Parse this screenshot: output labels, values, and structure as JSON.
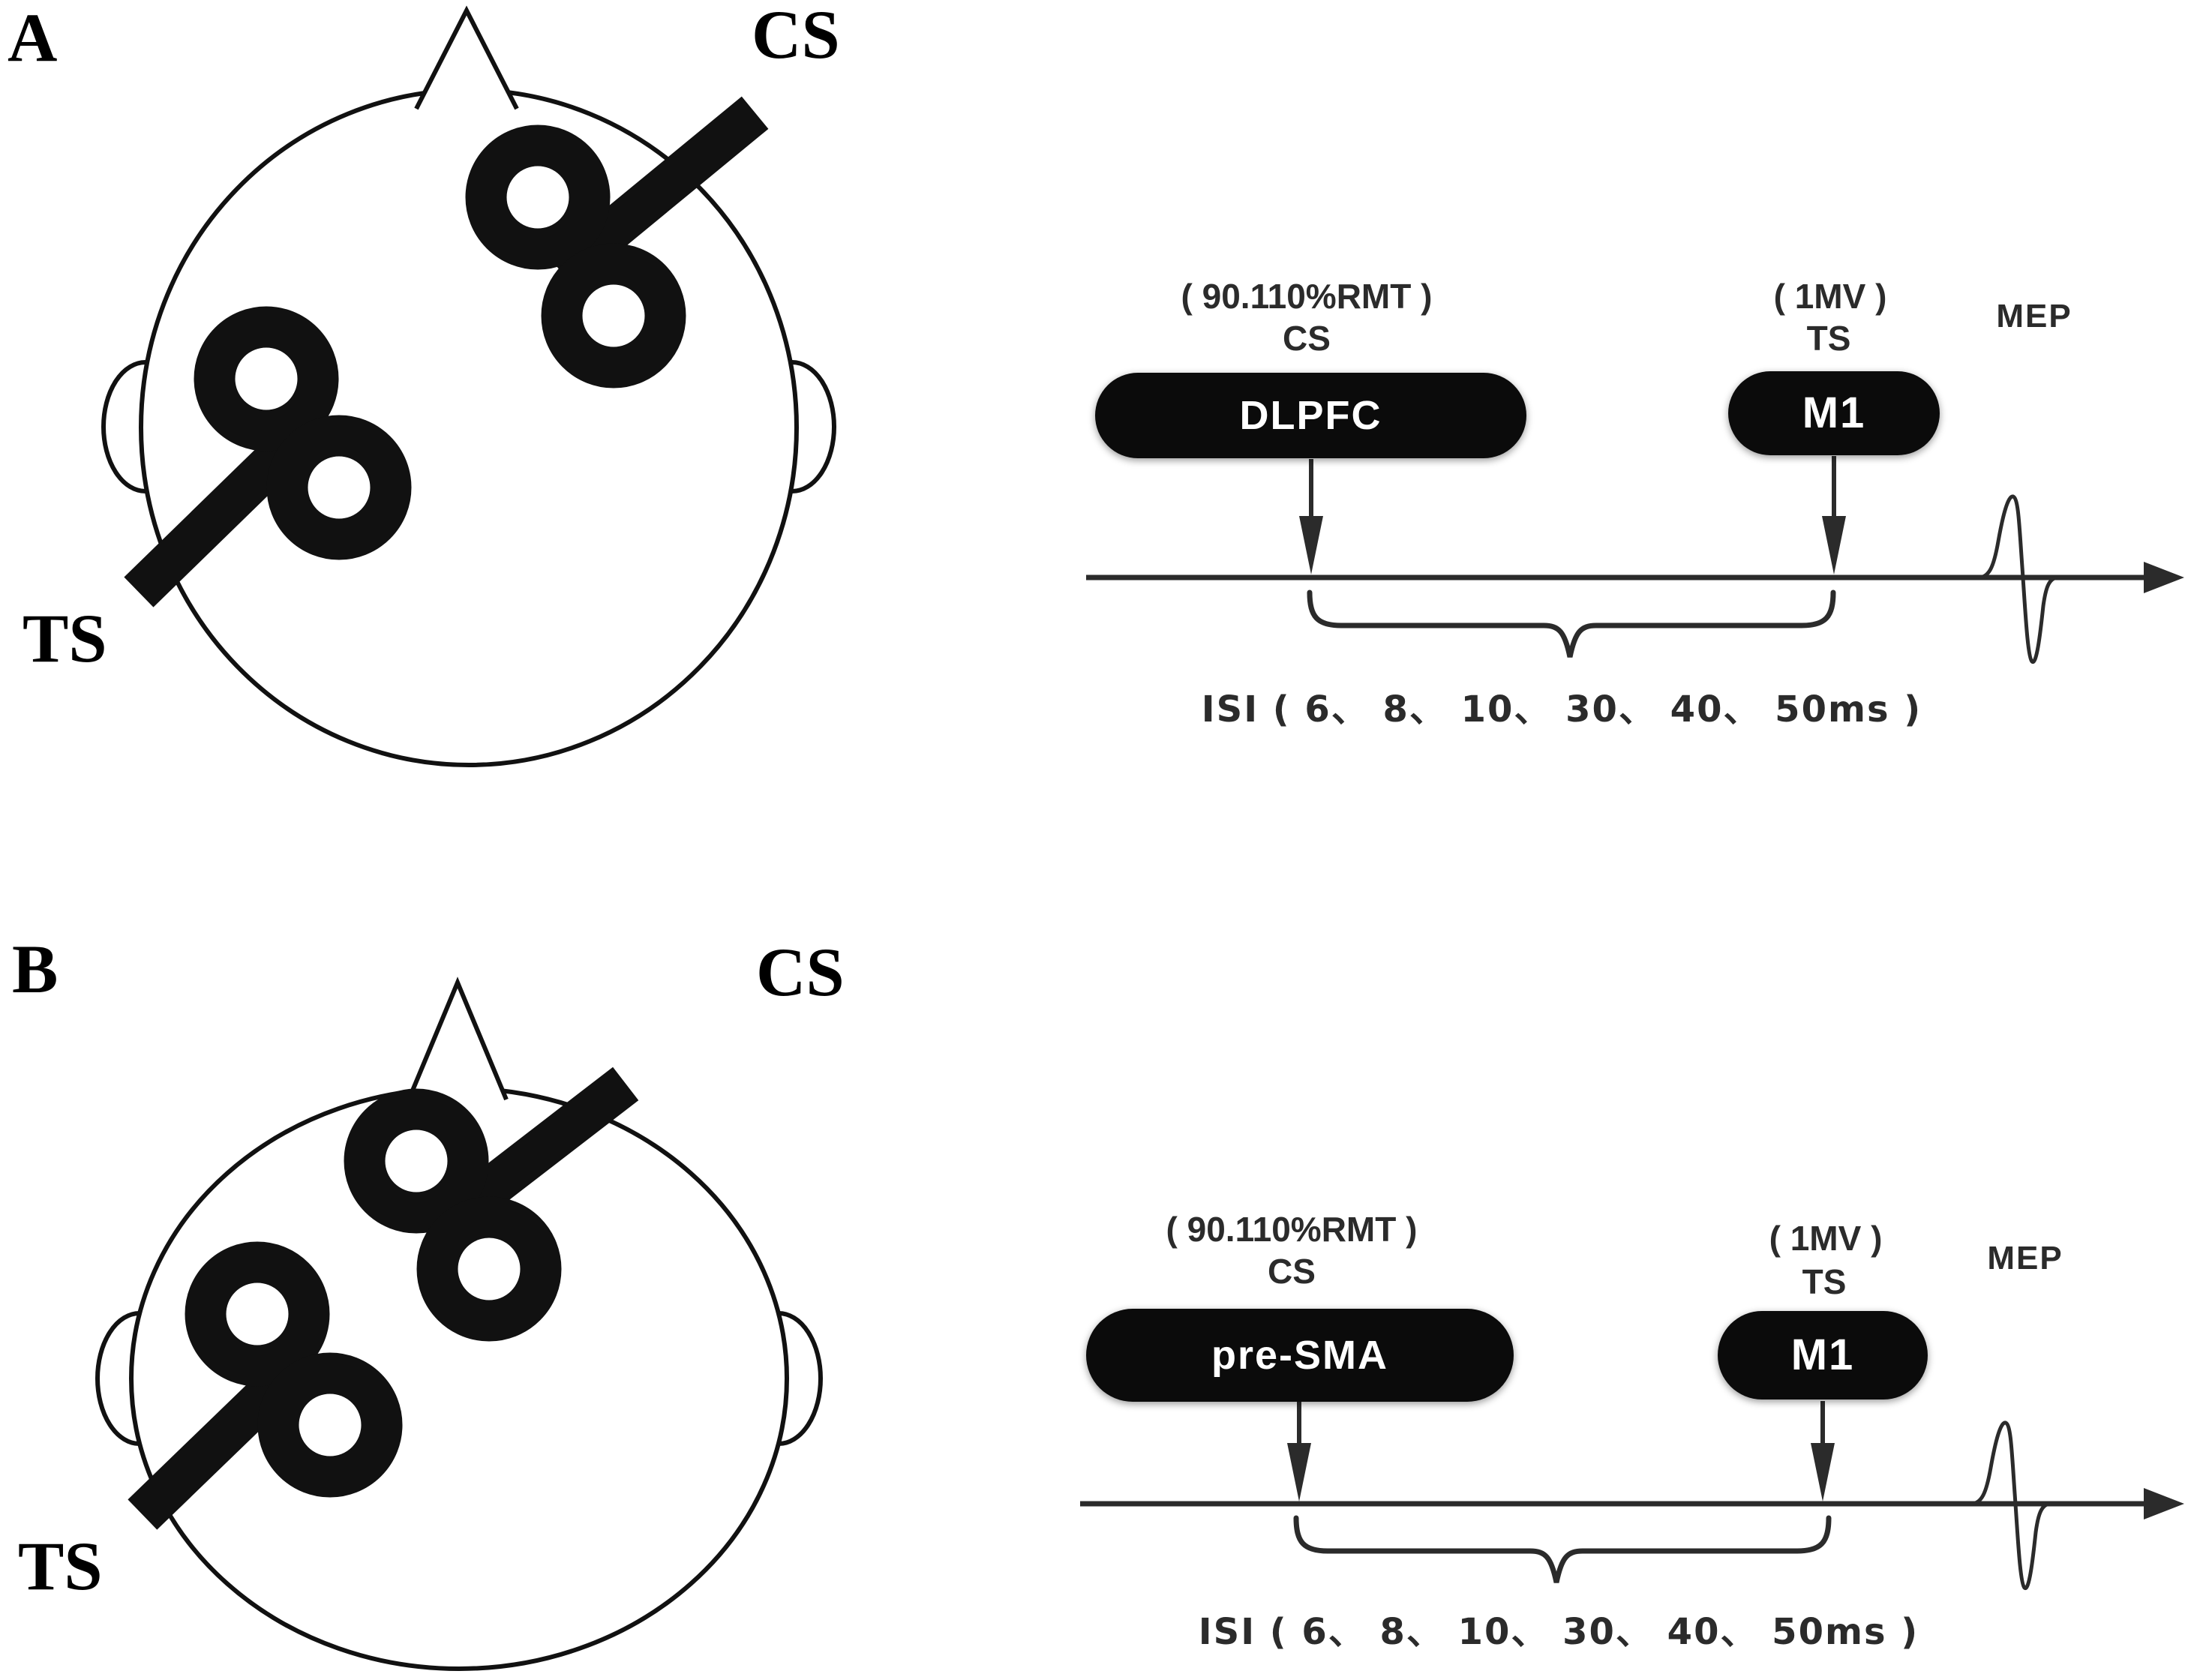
{
  "colors": {
    "ink": "#111111",
    "text": "#2b2b2b",
    "pill_bg": "#0b0b0b",
    "pill_text": "#ffffff",
    "background": "#ffffff"
  },
  "panels": [
    {
      "panel_label": "A",
      "head": {
        "cs_coil_label": "CS",
        "ts_coil_label": "TS"
      },
      "timing": {
        "cs_intensity": "( 90.110%RMT )",
        "cs_label": "CS",
        "cs_target": "DLPFC",
        "ts_intensity": "( 1MV )",
        "ts_label": "TS",
        "ts_target": "M1",
        "mep_label": "MEP",
        "isi_label": "ISI ( 6、 8、 10、 30、 40、 50ms )"
      }
    },
    {
      "panel_label": "B",
      "head": {
        "cs_coil_label": "CS",
        "ts_coil_label": "TS"
      },
      "timing": {
        "cs_intensity": "( 90.110%RMT )",
        "cs_label": "CS",
        "cs_target": "pre-SMA",
        "ts_intensity": "( 1MV )",
        "ts_label": "TS",
        "ts_target": "M1",
        "mep_label": "MEP",
        "isi_label": "ISI ( 6、 8、 10、 30、 40、 50ms )"
      }
    }
  ]
}
